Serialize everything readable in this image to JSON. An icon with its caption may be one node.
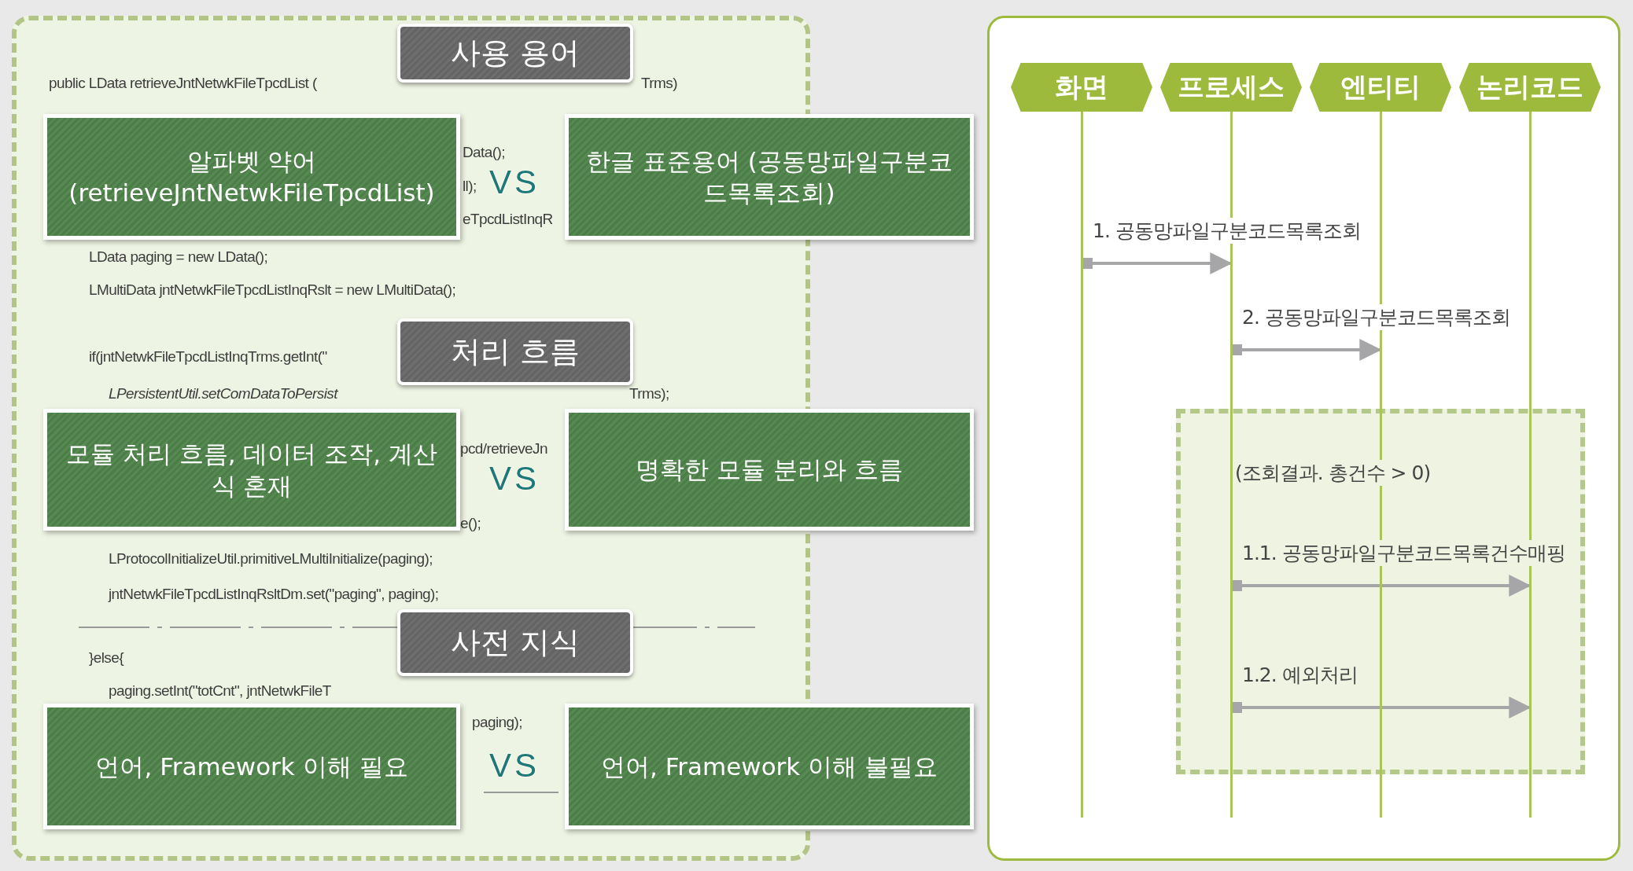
{
  "diagram": {
    "nodes": [
      {
        "text": [
          "사용 용어"
        ]
      },
      {
        "text": [
          "알파벳 약어 (retrieveJntNetwkFileTpcdList)"
        ]
      },
      {
        "text": [
          "한글 표준용어 (공동망파일구분코드목록조회)"
        ]
      },
      {
        "text": [
          "처리 흐름"
        ]
      },
      {
        "text": [
          "모듈 처리 흐름, 데이터 조작, 계산식 혼재"
        ]
      },
      {
        "text": [
          "명확한 모듈 분리와 흐름"
        ]
      },
      {
        "text": [
          "사전 지식"
        ]
      },
      {
        "text": [
          "언어, Framework 이해 필요"
        ]
      },
      {
        "text": [
          "언어, Framework 이해 불필요"
        ]
      },
      {
        "text": [
          "화면"
        ]
      },
      {
        "text": [
          "프로세스"
        ]
      },
      {
        "text": [
          "엔티티"
        ]
      },
      {
        "text": [
          "논리코드"
        ]
      },
      {
        "text": [],
        "shape": "bar"
      },
      {
        "text": [],
        "shape": "bar"
      },
      {
        "text": [],
        "shape": "bar"
      },
      {
        "text": [],
        "shape": "bar"
      }
    ],
    "edges": [
      {
        "from": 13,
        "to": 14,
        "arrow": "to",
        "label": "1. 공동망파일구분코드목록조회"
      },
      {
        "from": 14,
        "to": 15,
        "arrow": "to",
        "label": "2. 공동망파일구분코드목록조회"
      },
      {
        "from": 14,
        "to": 16,
        "arrow": "to",
        "label": "1.1. 공동망파일구분코드목록건수매핑"
      },
      {
        "from": 14,
        "to": 16,
        "arrow": "to",
        "label": "1.2. 예외처리"
      }
    ],
    "labels": [
      "public LData retrieveJntNetwkFileTpcdList (",
      "Trms)",
      "Data();",
      "VS",
      "ll);",
      "eTpcdListInqR",
      "LData paging = new LData();",
      "LMultiData jntNetwkFileTpcdListInqRslt = new LMultiData();",
      "if(jntNetwkFileTpcdListInqTrms.getInt(\"",
      "LPersistentUtil.setComDataToPersist",
      "Trms);",
      "pcd/retrieveJn",
      "VS",
      "e();",
      "LProtocolInitializeUtil.primitiveLMultiInitialize(paging);",
      "jntNetwkFileTpcdListInqRsltDm.set(\"paging\", paging);",
      "}else{",
      "paging.setInt(\"totCnt\", jntNetwkFileT",
      "paging);",
      "VS",
      "(조회결과. 총건수 > 0)"
    ]
  }
}
